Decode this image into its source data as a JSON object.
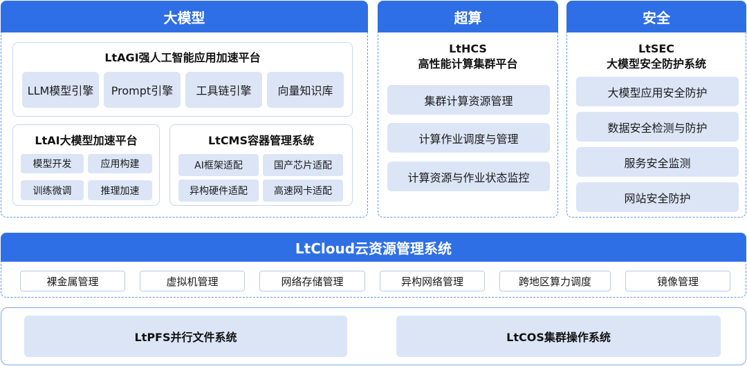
{
  "llm": {
    "header": "大模型",
    "agi": {
      "title": "LtAGI强人工智能应用加速平台",
      "items": [
        "LLM模型引擎",
        "Prompt引擎",
        "工具链引擎",
        "向量知识库"
      ]
    },
    "ai": {
      "title": "LtAI大模型加速平台",
      "items": [
        "模型开发",
        "应用构建",
        "训练微调",
        "推理加速"
      ]
    },
    "cms": {
      "title": "LtCMS容器管理系统",
      "items": [
        "AI框架适配",
        "国产芯片适配",
        "异构硬件适配",
        "高速网卡适配"
      ]
    }
  },
  "hpc": {
    "header": "超算",
    "title_line1": "LtHCS",
    "title_line2": "高性能计算集群平台",
    "items": [
      "集群计算资源管理",
      "计算作业调度与管理",
      "计算资源与作业状态监控"
    ]
  },
  "security": {
    "header": "安全",
    "title_line1": "LtSEC",
    "title_line2": "大模型安全防护系统",
    "items": [
      "大模型应用安全防护",
      "数据安全检测与防护",
      "服务安全监测",
      "网站安全防护"
    ]
  },
  "cloud": {
    "header": "LtCloud云资源管理系统",
    "items": [
      "裸金属管理",
      "虚拟机管理",
      "网络存储管理",
      "异构网络管理",
      "跨地区算力调度",
      "镜像管理"
    ]
  },
  "base": {
    "items": [
      "LtPFS并行文件系统",
      "LtCOS集群操作系统"
    ]
  },
  "colors": {
    "accent": "#2f6fe5",
    "tile": "#dbe5f6",
    "dashed_border": "#5b93ef"
  }
}
